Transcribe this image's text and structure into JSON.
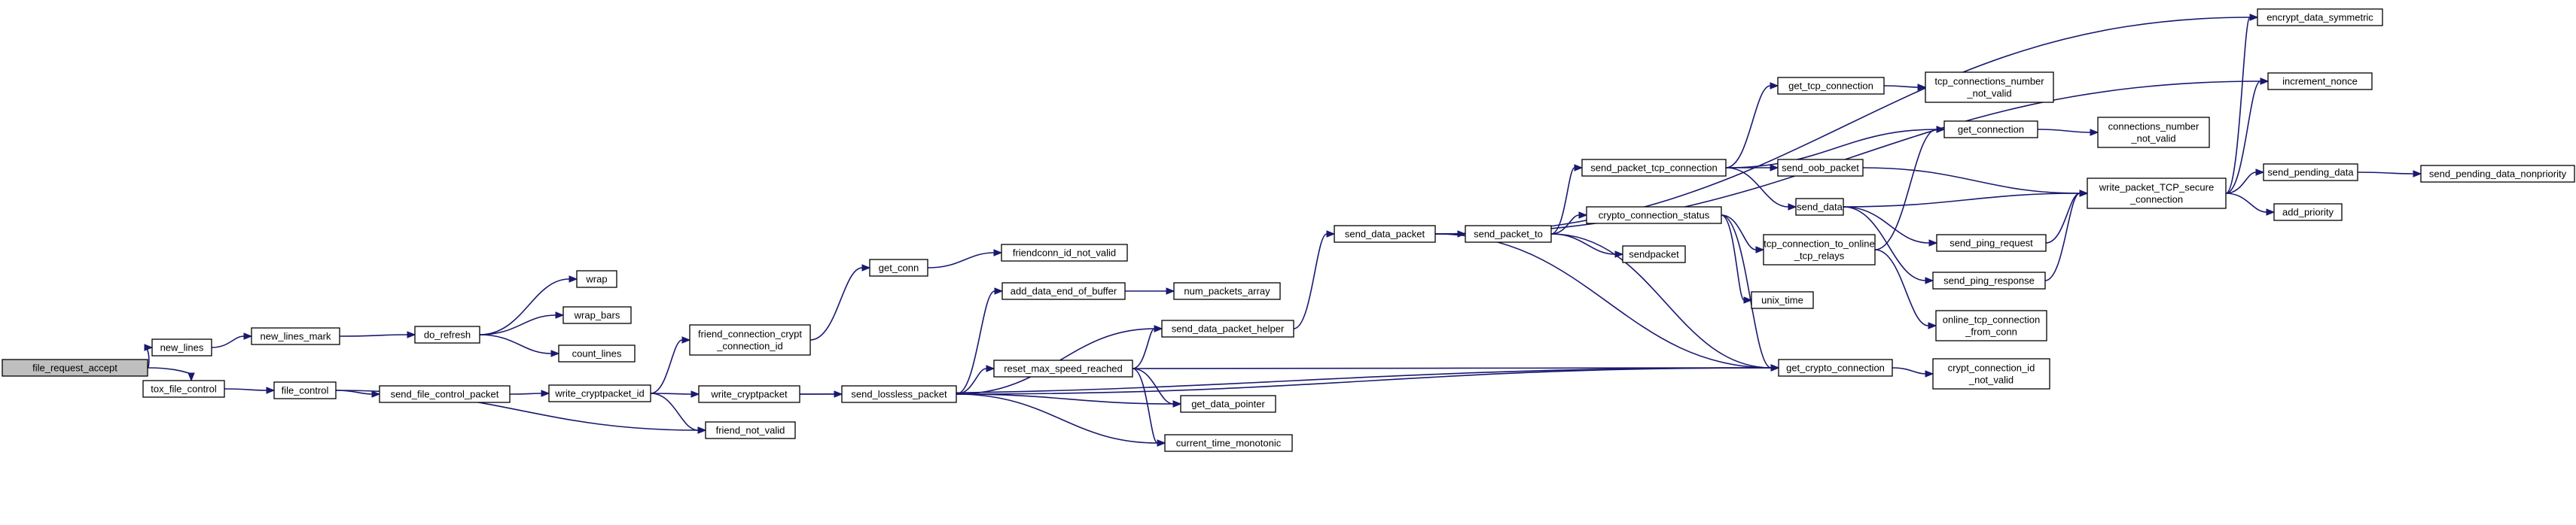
{
  "graph": {
    "title": "",
    "nodes": [
      {
        "id": "n_root",
        "lines": [
          "file_request_accept"
        ],
        "root": true
      },
      {
        "id": "n_new_lines",
        "lines": [
          "new_lines"
        ]
      },
      {
        "id": "n_tox_file_control",
        "lines": [
          "tox_file_control"
        ]
      },
      {
        "id": "n_new_lines_mark",
        "lines": [
          "new_lines_mark"
        ]
      },
      {
        "id": "n_file_control",
        "lines": [
          "file_control"
        ]
      },
      {
        "id": "n_do_refresh",
        "lines": [
          "do_refresh"
        ]
      },
      {
        "id": "n_send_file_control_packet",
        "lines": [
          "send_file_control_packet"
        ]
      },
      {
        "id": "n_wrap",
        "lines": [
          "wrap"
        ]
      },
      {
        "id": "n_wrap_bars",
        "lines": [
          "wrap_bars"
        ]
      },
      {
        "id": "n_count_lines",
        "lines": [
          "count_lines"
        ]
      },
      {
        "id": "n_write_cryptpacket_id",
        "lines": [
          "write_cryptpacket_id"
        ]
      },
      {
        "id": "n_fcci",
        "lines": [
          "friend_connection_crypt",
          "_connection_id"
        ]
      },
      {
        "id": "n_friend_not_valid",
        "lines": [
          "friend_not_valid"
        ]
      },
      {
        "id": "n_write_cryptpacket",
        "lines": [
          "write_cryptpacket"
        ]
      },
      {
        "id": "n_get_conn",
        "lines": [
          "get_conn"
        ]
      },
      {
        "id": "n_friendconn_id_not_valid",
        "lines": [
          "friendconn_id_not_valid"
        ]
      },
      {
        "id": "n_send_lossless_packet",
        "lines": [
          "send_lossless_packet"
        ]
      },
      {
        "id": "n_add_data_end_of_buffer",
        "lines": [
          "add_data_end_of_buffer"
        ]
      },
      {
        "id": "n_num_packets_array",
        "lines": [
          "num_packets_array"
        ]
      },
      {
        "id": "n_reset_max_speed_reached",
        "lines": [
          "reset_max_speed_reached"
        ]
      },
      {
        "id": "n_send_data_packet_helper",
        "lines": [
          "send_data_packet_helper"
        ]
      },
      {
        "id": "n_get_data_pointer",
        "lines": [
          "get_data_pointer"
        ]
      },
      {
        "id": "n_current_time_monotonic",
        "lines": [
          "current_time_monotonic"
        ]
      },
      {
        "id": "n_send_data_packet",
        "lines": [
          "send_data_packet"
        ]
      },
      {
        "id": "n_send_packet_to",
        "lines": [
          "send_packet_to"
        ]
      },
      {
        "id": "n_send_packet_tcp_connection",
        "lines": [
          "send_packet_tcp_connection"
        ]
      },
      {
        "id": "n_crypto_connection_status",
        "lines": [
          "crypto_connection_status"
        ]
      },
      {
        "id": "n_sendpacket",
        "lines": [
          "sendpacket"
        ]
      },
      {
        "id": "n_unix_time",
        "lines": [
          "unix_time"
        ]
      },
      {
        "id": "n_get_tcp_connection",
        "lines": [
          "get_tcp_connection"
        ]
      },
      {
        "id": "n_tcp_connections_number_not_valid",
        "lines": [
          "tcp_connections_number",
          "_not_valid"
        ]
      },
      {
        "id": "n_get_connection",
        "lines": [
          "get_connection"
        ]
      },
      {
        "id": "n_connections_number_not_valid",
        "lines": [
          "connections_number",
          "_not_valid"
        ]
      },
      {
        "id": "n_send_oob_packet",
        "lines": [
          "send_oob_packet"
        ]
      },
      {
        "id": "n_send_data",
        "lines": [
          "send_data"
        ]
      },
      {
        "id": "n_tcp_connection_to_online_tcp_relays",
        "lines": [
          "tcp_connection_to_online",
          "_tcp_relays"
        ]
      },
      {
        "id": "n_online_tcp_connection_from_conn",
        "lines": [
          "online_tcp_connection",
          "_from_conn"
        ]
      },
      {
        "id": "n_get_crypto_connection",
        "lines": [
          "get_crypto_connection"
        ]
      },
      {
        "id": "n_crypt_connection_id_not_valid",
        "lines": [
          "crypt_connection_id",
          "_not_valid"
        ]
      },
      {
        "id": "n_send_ping_request",
        "lines": [
          "send_ping_request"
        ]
      },
      {
        "id": "n_send_ping_response",
        "lines": [
          "send_ping_response"
        ]
      },
      {
        "id": "n_write_packet_TCP_secure_connection",
        "lines": [
          "write_packet_TCP_secure",
          "_connection"
        ]
      },
      {
        "id": "n_encrypt_data_symmetric",
        "lines": [
          "encrypt_data_symmetric"
        ]
      },
      {
        "id": "n_increment_nonce",
        "lines": [
          "increment_nonce"
        ]
      },
      {
        "id": "n_send_pending_data",
        "lines": [
          "send_pending_data"
        ]
      },
      {
        "id": "n_add_priority",
        "lines": [
          "add_priority"
        ]
      },
      {
        "id": "n_send_pending_data_nonpriority",
        "lines": [
          "send_pending_data_nonpriority"
        ]
      }
    ],
    "edges": [
      [
        "n_root",
        "n_new_lines"
      ],
      [
        "n_root",
        "n_tox_file_control"
      ],
      [
        "n_new_lines",
        "n_new_lines_mark"
      ],
      [
        "n_new_lines_mark",
        "n_do_refresh"
      ],
      [
        "n_do_refresh",
        "n_wrap"
      ],
      [
        "n_do_refresh",
        "n_wrap_bars"
      ],
      [
        "n_do_refresh",
        "n_count_lines"
      ],
      [
        "n_tox_file_control",
        "n_file_control"
      ],
      [
        "n_file_control",
        "n_send_file_control_packet"
      ],
      [
        "n_file_control",
        "n_friend_not_valid"
      ],
      [
        "n_send_file_control_packet",
        "n_write_cryptpacket_id"
      ],
      [
        "n_write_cryptpacket_id",
        "n_fcci"
      ],
      [
        "n_write_cryptpacket_id",
        "n_write_cryptpacket"
      ],
      [
        "n_write_cryptpacket_id",
        "n_friend_not_valid"
      ],
      [
        "n_fcci",
        "n_get_conn"
      ],
      [
        "n_get_conn",
        "n_friendconn_id_not_valid"
      ],
      [
        "n_write_cryptpacket",
        "n_send_lossless_packet"
      ],
      [
        "n_write_cryptpacket",
        "n_get_crypto_connection"
      ],
      [
        "n_send_lossless_packet",
        "n_add_data_end_of_buffer"
      ],
      [
        "n_send_lossless_packet",
        "n_send_data_packet_helper"
      ],
      [
        "n_send_lossless_packet",
        "n_reset_max_speed_reached"
      ],
      [
        "n_send_lossless_packet",
        "n_get_data_pointer"
      ],
      [
        "n_send_lossless_packet",
        "n_current_time_monotonic"
      ],
      [
        "n_send_lossless_packet",
        "n_get_crypto_connection"
      ],
      [
        "n_add_data_end_of_buffer",
        "n_num_packets_array"
      ],
      [
        "n_reset_max_speed_reached",
        "n_send_data_packet_helper"
      ],
      [
        "n_reset_max_speed_reached",
        "n_get_data_pointer"
      ],
      [
        "n_reset_max_speed_reached",
        "n_current_time_monotonic"
      ],
      [
        "n_reset_max_speed_reached",
        "n_get_crypto_connection"
      ],
      [
        "n_send_data_packet_helper",
        "n_send_data_packet"
      ],
      [
        "n_send_data_packet",
        "n_encrypt_data_symmetric"
      ],
      [
        "n_send_data_packet",
        "n_increment_nonce"
      ],
      [
        "n_send_data_packet",
        "n_send_packet_to"
      ],
      [
        "n_send_data_packet",
        "n_get_crypto_connection"
      ],
      [
        "n_send_packet_to",
        "n_send_packet_tcp_connection"
      ],
      [
        "n_send_packet_to",
        "n_crypto_connection_status"
      ],
      [
        "n_send_packet_to",
        "n_sendpacket"
      ],
      [
        "n_send_packet_to",
        "n_get_crypto_connection"
      ],
      [
        "n_send_packet_tcp_connection",
        "n_get_tcp_connection"
      ],
      [
        "n_send_packet_tcp_connection",
        "n_get_connection"
      ],
      [
        "n_send_packet_tcp_connection",
        "n_send_oob_packet"
      ],
      [
        "n_send_packet_tcp_connection",
        "n_send_data"
      ],
      [
        "n_get_tcp_connection",
        "n_tcp_connections_number_not_valid"
      ],
      [
        "n_get_connection",
        "n_connections_number_not_valid"
      ],
      [
        "n_crypto_connection_status",
        "n_tcp_connection_to_online_tcp_relays"
      ],
      [
        "n_crypto_connection_status",
        "n_unix_time"
      ],
      [
        "n_crypto_connection_status",
        "n_get_crypto_connection"
      ],
      [
        "n_tcp_connection_to_online_tcp_relays",
        "n_get_connection"
      ],
      [
        "n_tcp_connection_to_online_tcp_relays",
        "n_online_tcp_connection_from_conn"
      ],
      [
        "n_send_oob_packet",
        "n_write_packet_TCP_secure_connection"
      ],
      [
        "n_send_data",
        "n_write_packet_TCP_secure_connection"
      ],
      [
        "n_send_data",
        "n_send_ping_request"
      ],
      [
        "n_send_data",
        "n_send_ping_response"
      ],
      [
        "n_send_ping_request",
        "n_write_packet_TCP_secure_connection"
      ],
      [
        "n_send_ping_response",
        "n_write_packet_TCP_secure_connection"
      ],
      [
        "n_get_crypto_connection",
        "n_crypt_connection_id_not_valid"
      ],
      [
        "n_write_packet_TCP_secure_connection",
        "n_encrypt_data_symmetric"
      ],
      [
        "n_write_packet_TCP_secure_connection",
        "n_increment_nonce"
      ],
      [
        "n_write_packet_TCP_secure_connection",
        "n_send_pending_data"
      ],
      [
        "n_write_packet_TCP_secure_connection",
        "n_add_priority"
      ],
      [
        "n_send_pending_data",
        "n_send_pending_data_nonpriority"
      ]
    ]
  }
}
